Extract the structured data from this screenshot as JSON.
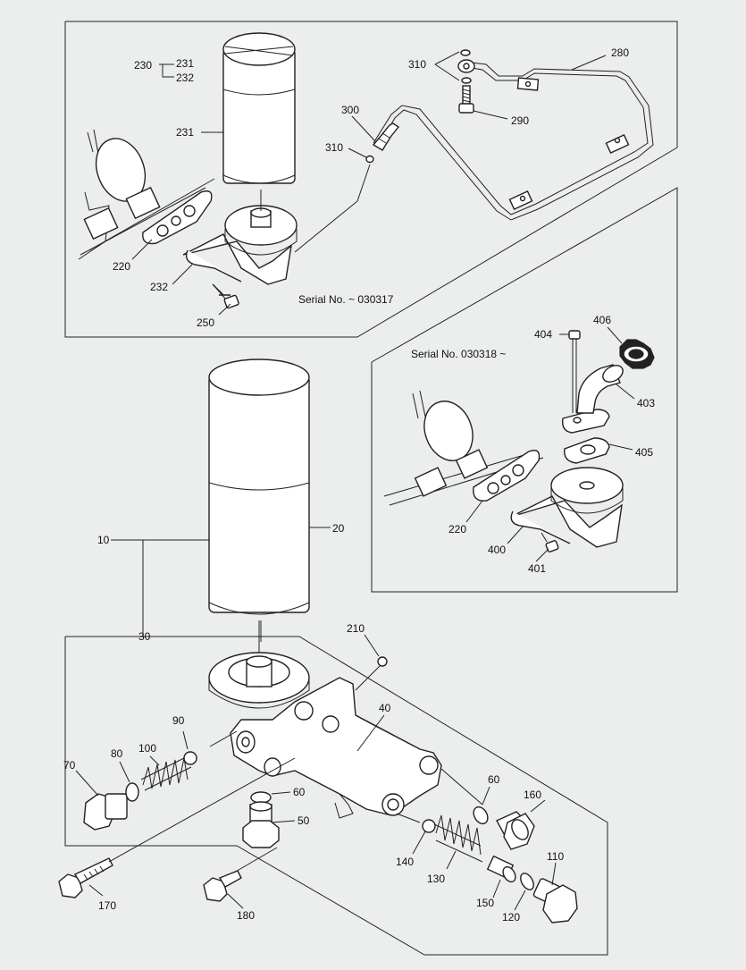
{
  "diagram": {
    "serial_top": "Serial No. ~ 030317",
    "serial_right": "Serial No. 030318 ~",
    "labels": {
      "p230": "230",
      "p231a": "231",
      "p232a": "232",
      "p231": "231",
      "p220a": "220",
      "p232": "232",
      "p250": "250",
      "p300": "300",
      "p310a": "310",
      "p310b": "310",
      "p280": "280",
      "p290": "290",
      "p404": "404",
      "p406": "406",
      "p403": "403",
      "p405": "405",
      "p220b": "220",
      "p400": "400",
      "p401": "401",
      "p10": "10",
      "p20": "20",
      "p30": "30",
      "p210": "210",
      "p40": "40",
      "p90": "90",
      "p80": "80",
      "p100": "100",
      "p70": "70",
      "p60a": "60",
      "p50": "50",
      "p60b": "60",
      "p160": "160",
      "p140": "140",
      "p130": "130",
      "p110": "110",
      "p150": "150",
      "p120": "120",
      "p170": "170",
      "p180": "180"
    }
  }
}
